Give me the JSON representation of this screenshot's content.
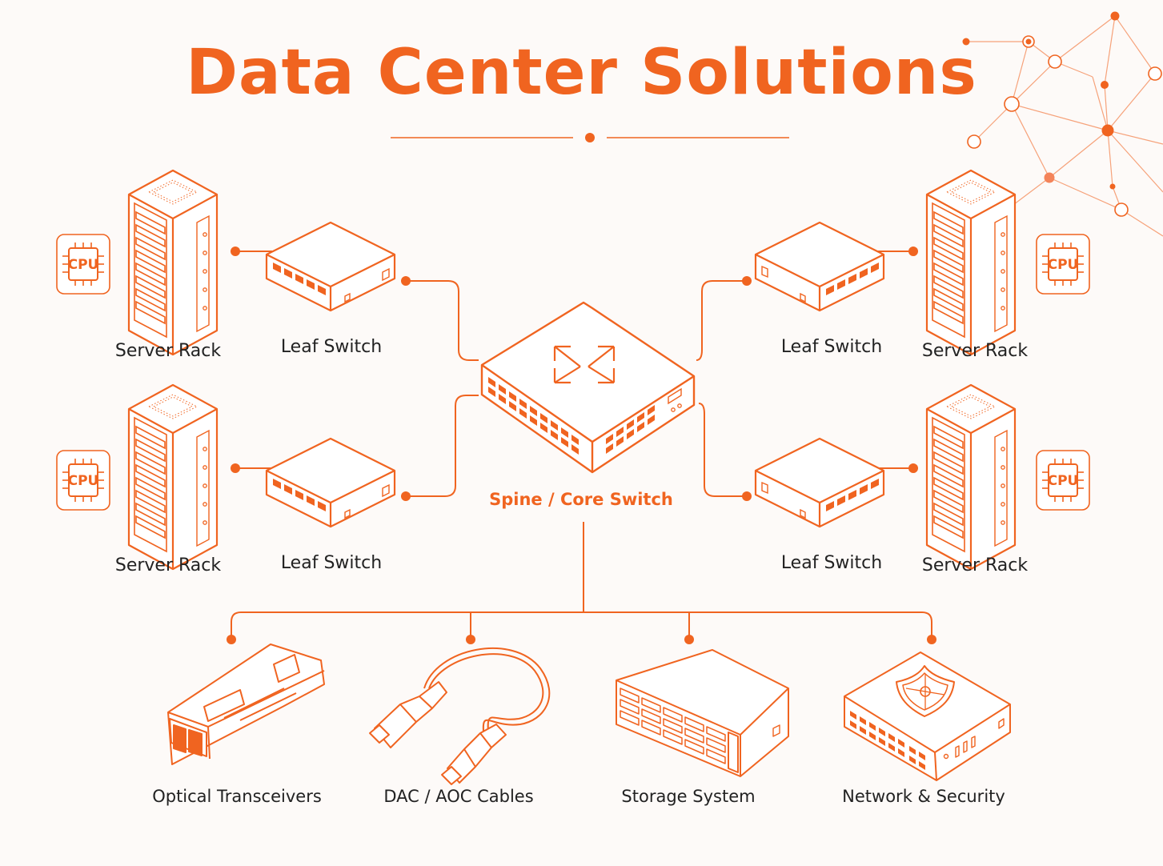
{
  "title": "Data Center Solutions",
  "accent_color": "#f06420",
  "text_color": "#222222",
  "cpu_chip_text": "CPU",
  "core": {
    "label": "Spine / Core Switch",
    "icon": "arrows-cross-icon"
  },
  "servers": {
    "top_left": "Server Rack",
    "bottom_left": "Server Rack",
    "top_right": "Server Rack",
    "bottom_right": "Server Rack"
  },
  "leaf_switches": {
    "top_left": "Leaf Switch",
    "bottom_left": "Leaf Switch",
    "top_right": "Leaf Switch",
    "bottom_right": "Leaf Switch"
  },
  "products": [
    {
      "label": "Optical Transceivers",
      "icon": "sfp-transceiver-icon"
    },
    {
      "label": "DAC / AOC Cables",
      "icon": "cable-icon"
    },
    {
      "label": "Storage System",
      "icon": "storage-array-icon"
    },
    {
      "label": "Network & Security",
      "icon": "shield-firewall-icon"
    }
  ]
}
